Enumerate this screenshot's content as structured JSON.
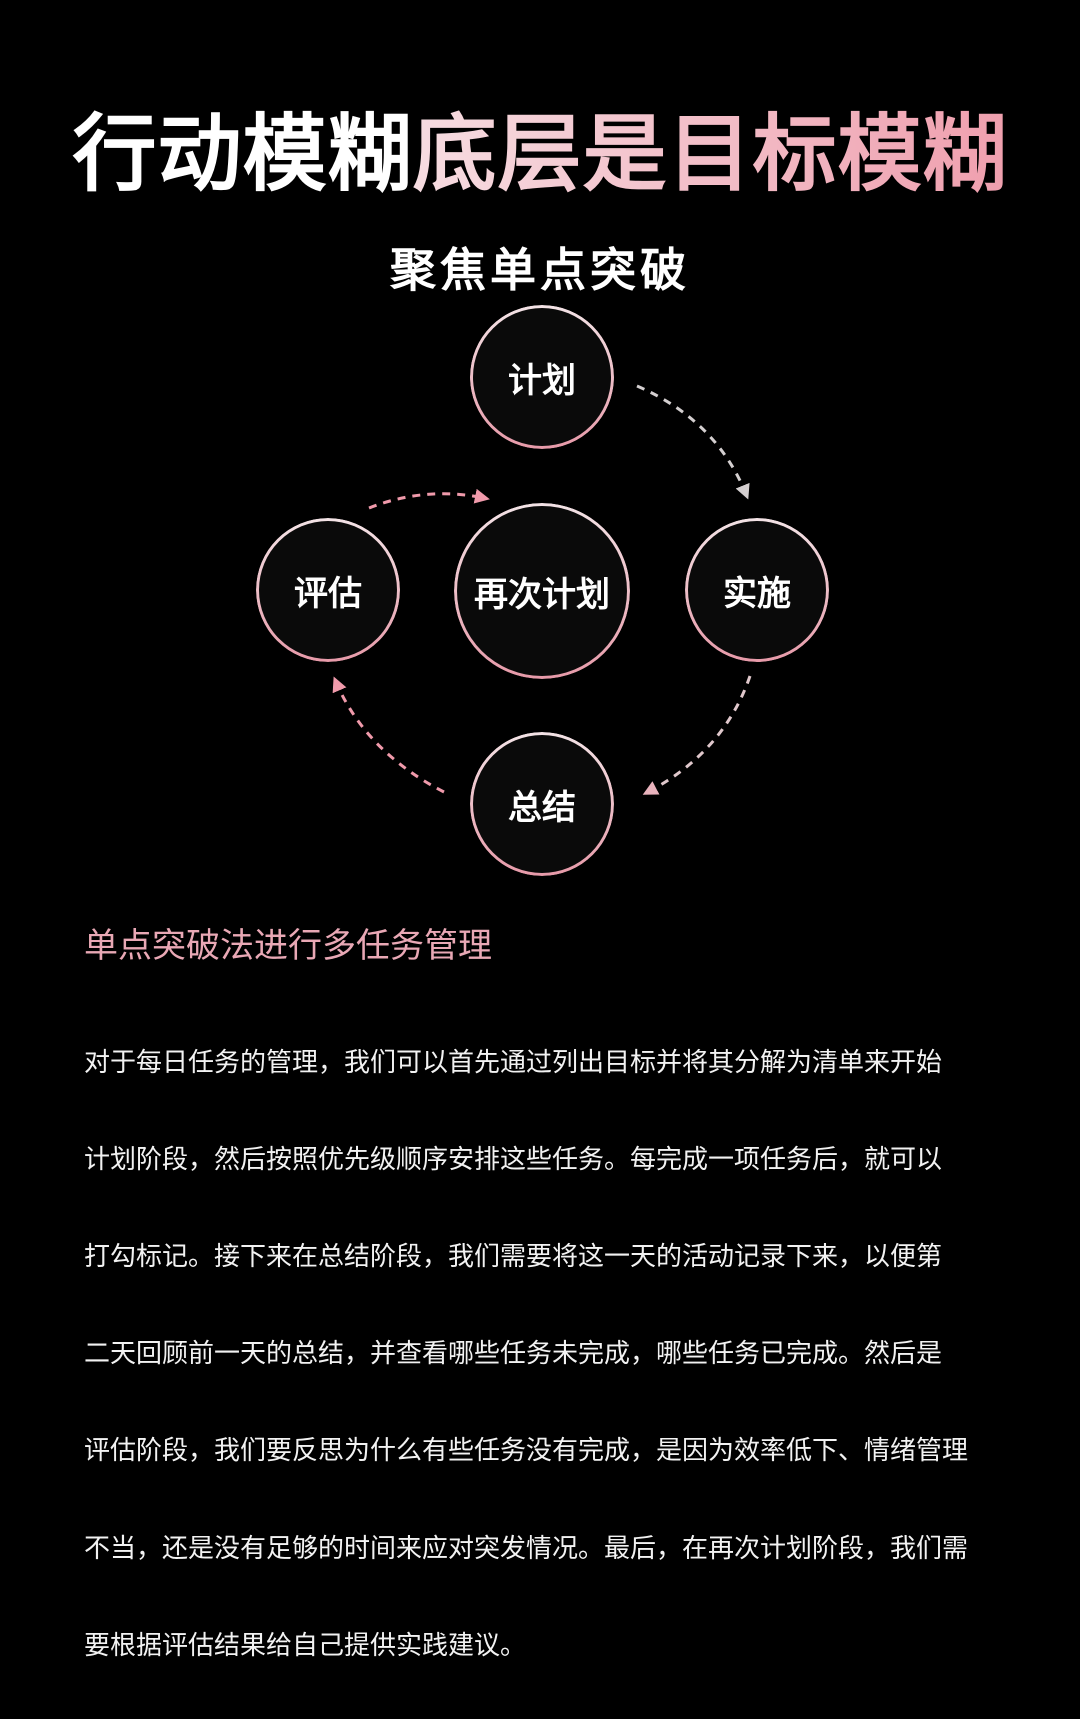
{
  "headline": {
    "part1": "行动模糊",
    "part2": "底层是目标模糊"
  },
  "subtitle": "聚焦单点突破",
  "cycle": {
    "nodes": {
      "plan": "计划",
      "implement": "实施",
      "summarize": "总结",
      "evaluate": "评估",
      "replan": "再次计划"
    },
    "colors": {
      "ring_light": "#f3e3e6",
      "ring_pink": "#e79aa9",
      "arrow_gray": "#d4cfd0",
      "arrow_pink": "#f09aab"
    }
  },
  "section": {
    "heading": "单点突破法进行多任务管理",
    "lines": [
      "对于每日任务的管理，我们可以首先通过列出目标并将其分解为清单来开始",
      "计划阶段，然后按照优先级顺序安排这些任务。每完成一项任务后，就可以",
      "打勾标记。接下来在总结阶段，我们需要将这一天的活动记录下来，以便第",
      "二天回顾前一天的总结，并查看哪些任务未完成，哪些任务已完成。然后是",
      "评估阶段，我们要反思为什么有些任务没有完成，是因为效率低下、情绪管理",
      "不当，还是没有足够的时间来应对突发情况。最后，在再次计划阶段，我们需",
      "要根据评估结果给自己提供实践建议。"
    ]
  }
}
